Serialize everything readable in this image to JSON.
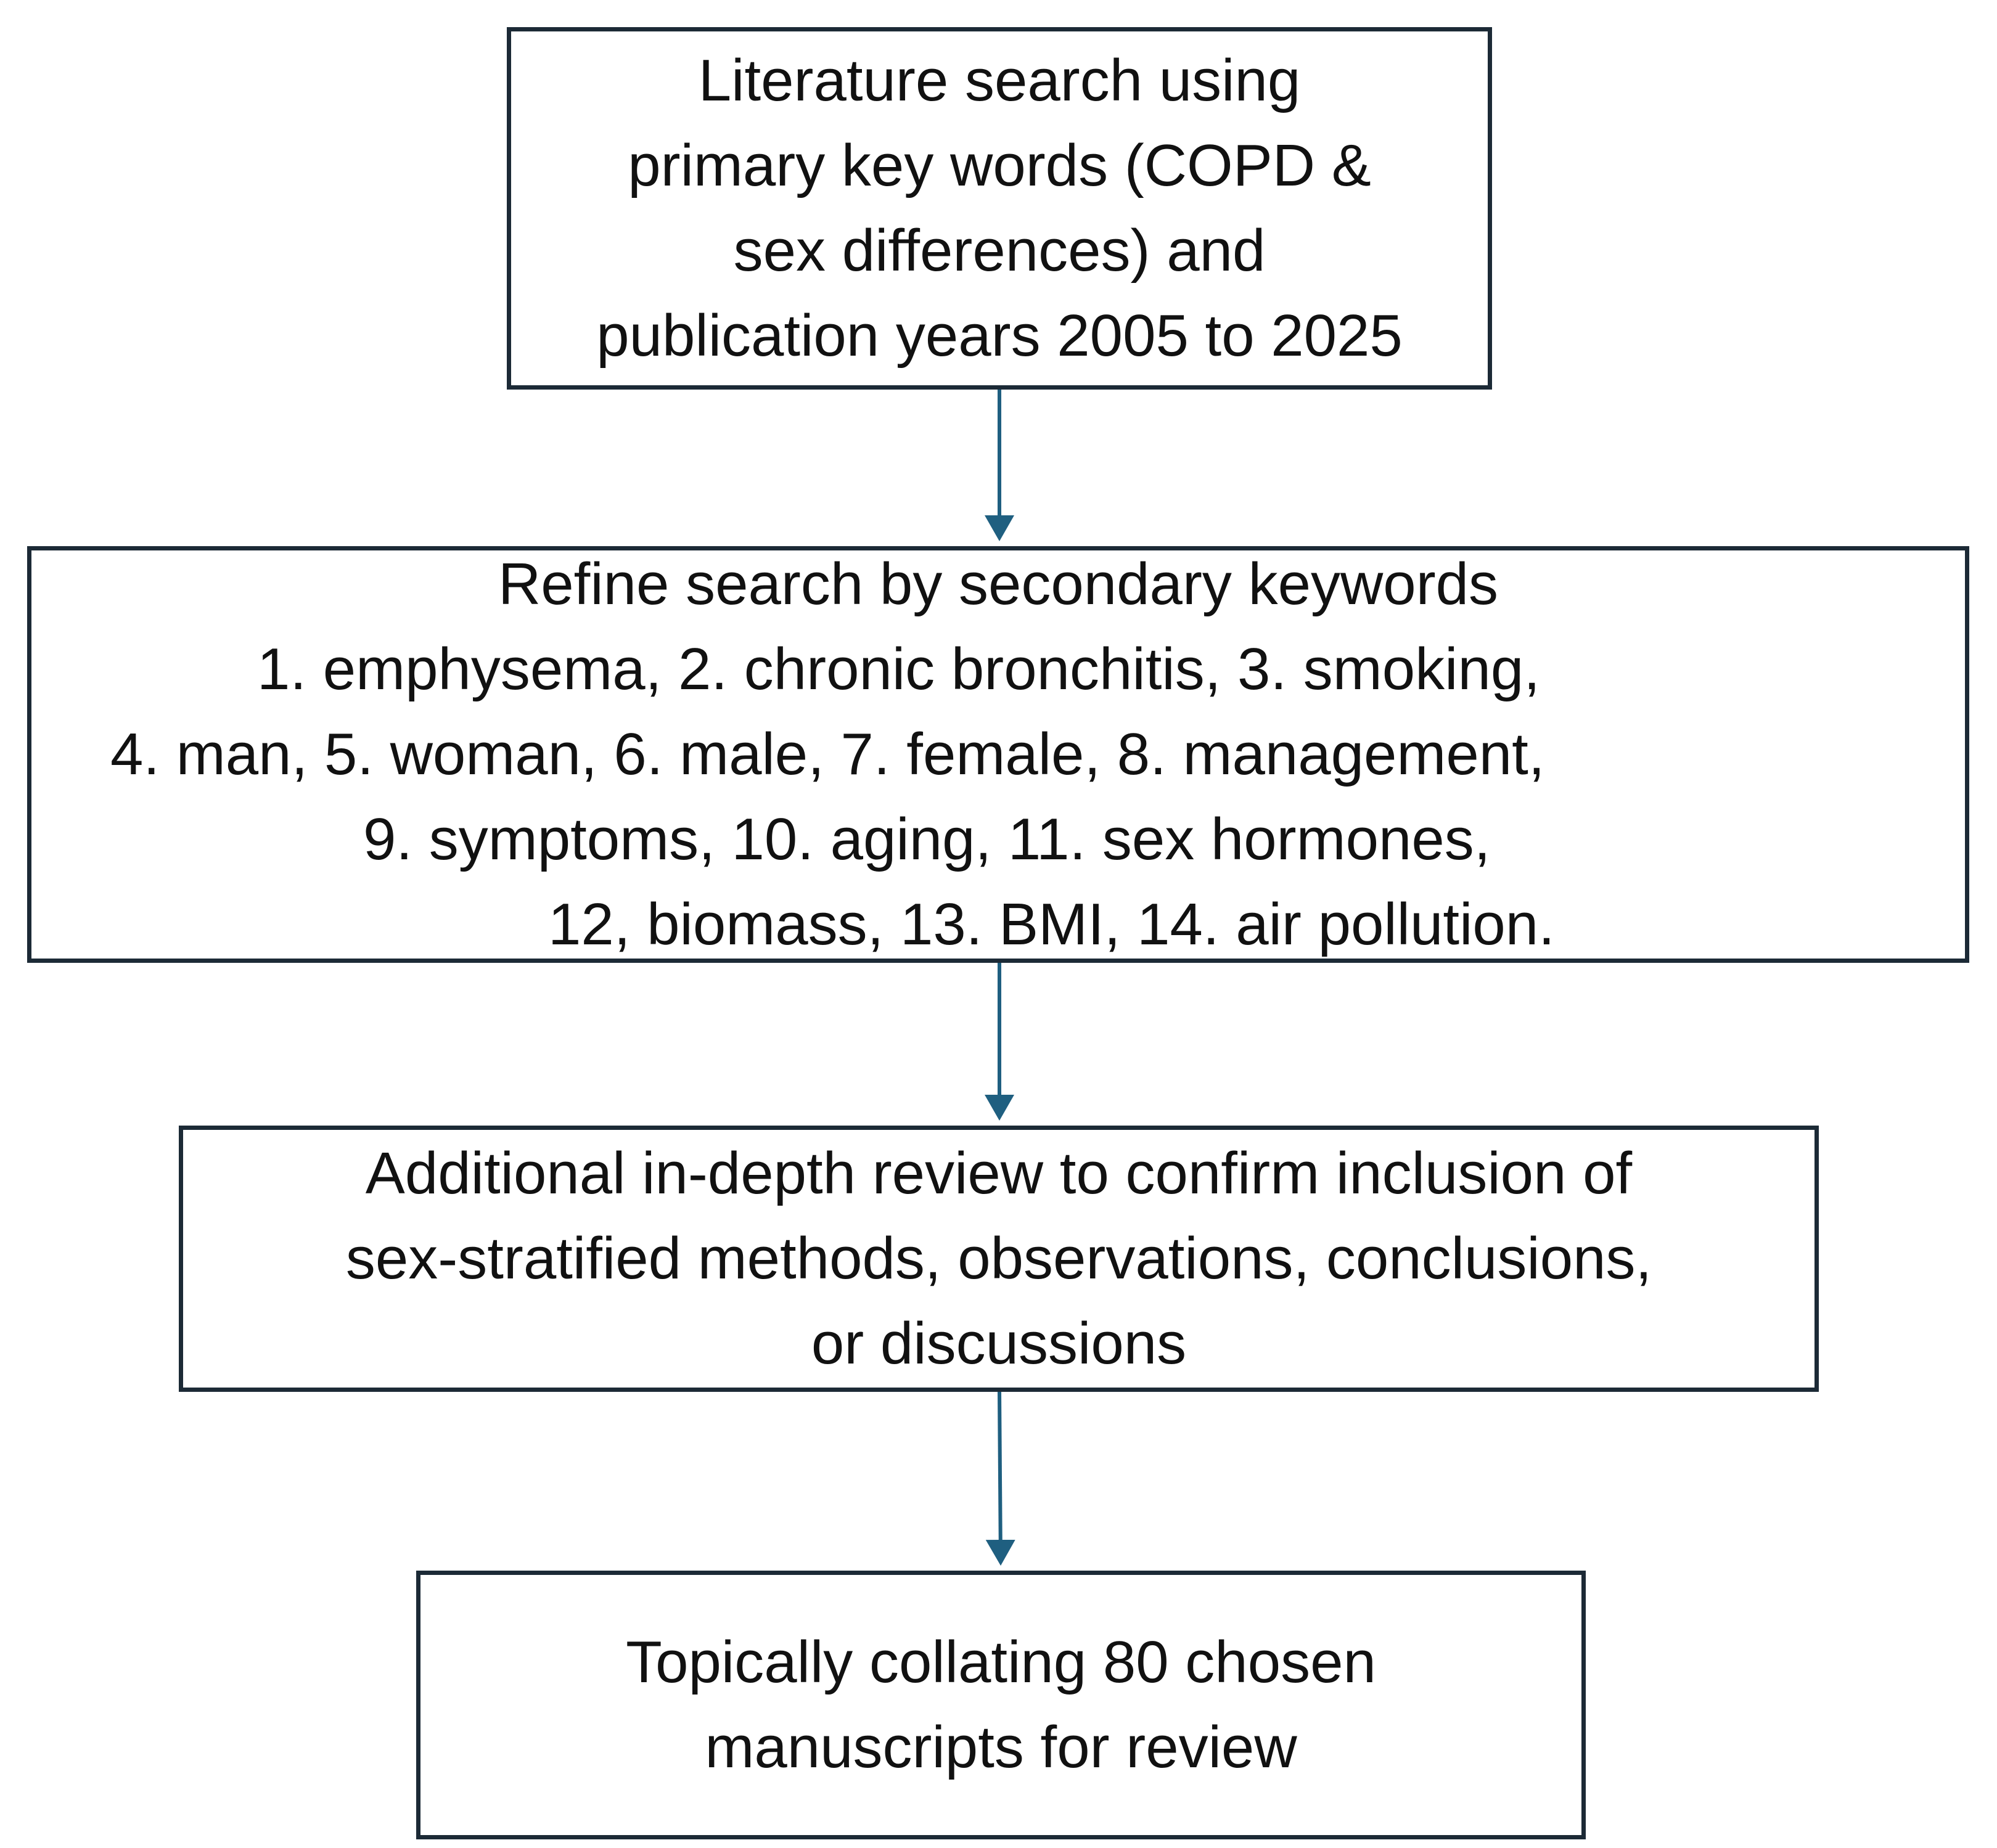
{
  "diagram": {
    "steps": [
      {
        "id": "literature-search",
        "lines": [
          "Literature search using",
          "primary key words (COPD &",
          "sex differences) and",
          "publication years 2005 to 2025"
        ]
      },
      {
        "id": "refine-search",
        "lines": [
          "Refine search by secondary keywords",
          "1. emphysema, 2. chronic bronchitis, 3. smoking,",
          "4. man, 5. woman, 6. male, 7. female, 8. management,",
          "9. symptoms, 10. aging, 11. sex hormones,",
          "12, biomass, 13. BMI, 14. air pollution."
        ]
      },
      {
        "id": "in-depth-review",
        "lines": [
          "Additional in-depth review to confirm inclusion of",
          "sex-stratified methods, observations, conclusions,",
          "or discussions"
        ]
      },
      {
        "id": "collate-manuscripts",
        "lines": [
          "Topically collating 80 chosen",
          "manuscripts for review"
        ]
      }
    ],
    "colors": {
      "box_border": "#1c2a36",
      "arrow": "#1f5f80"
    }
  }
}
